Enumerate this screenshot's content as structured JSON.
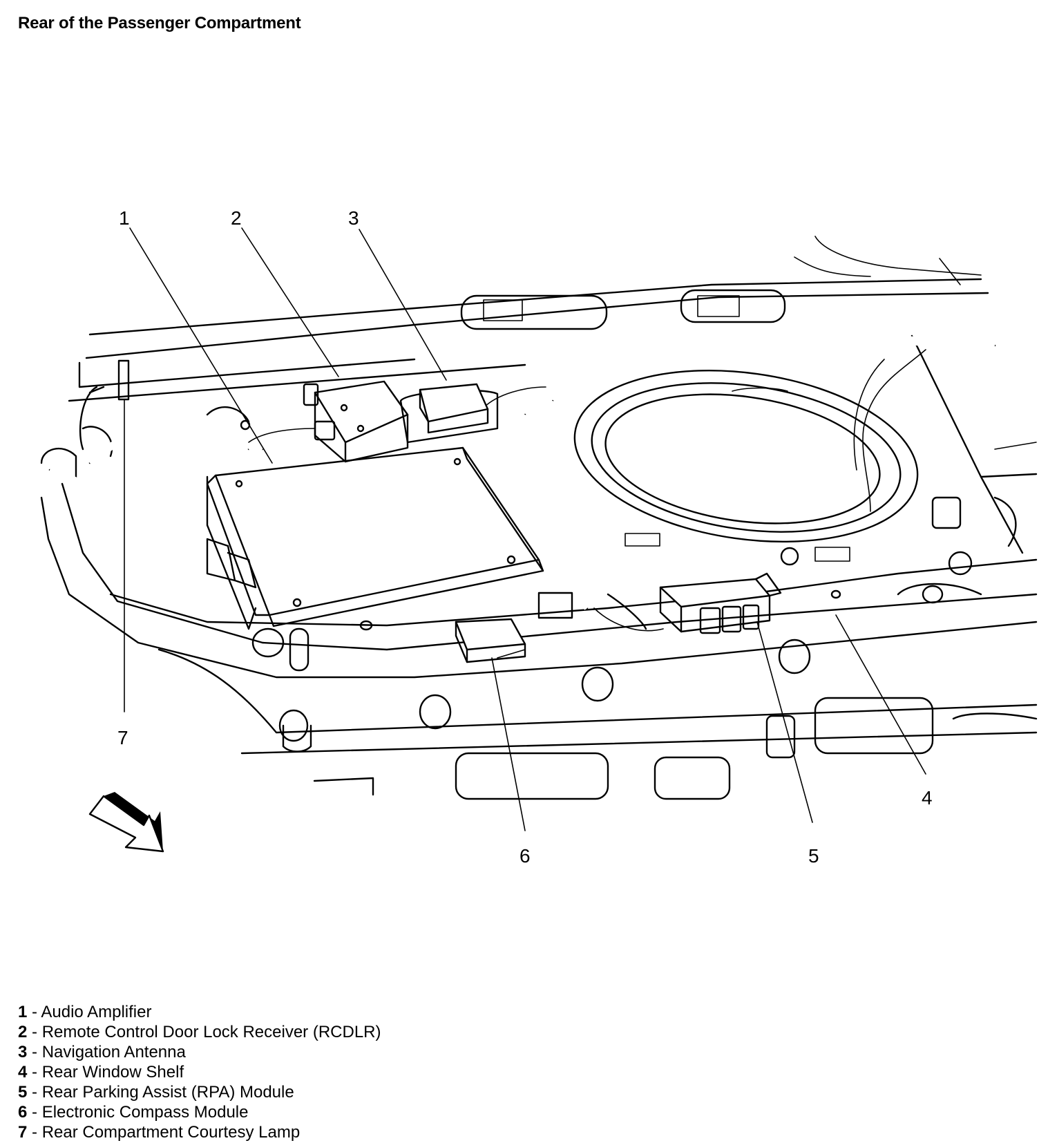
{
  "title": "Rear of the Passenger Compartment",
  "callouts": [
    {
      "num": "1",
      "label": "Audio Amplifier"
    },
    {
      "num": "2",
      "label": "Remote Control Door Lock Receiver (RCDLR)"
    },
    {
      "num": "3",
      "label": "Navigation Antenna"
    },
    {
      "num": "4",
      "label": "Rear Window Shelf"
    },
    {
      "num": "5",
      "label": "Rear Parking Assist (RPA) Module"
    },
    {
      "num": "6",
      "label": "Electronic Compass Module"
    },
    {
      "num": "7",
      "label": "Rear Compartment Courtesy Lamp"
    }
  ],
  "legend_separator": " - "
}
